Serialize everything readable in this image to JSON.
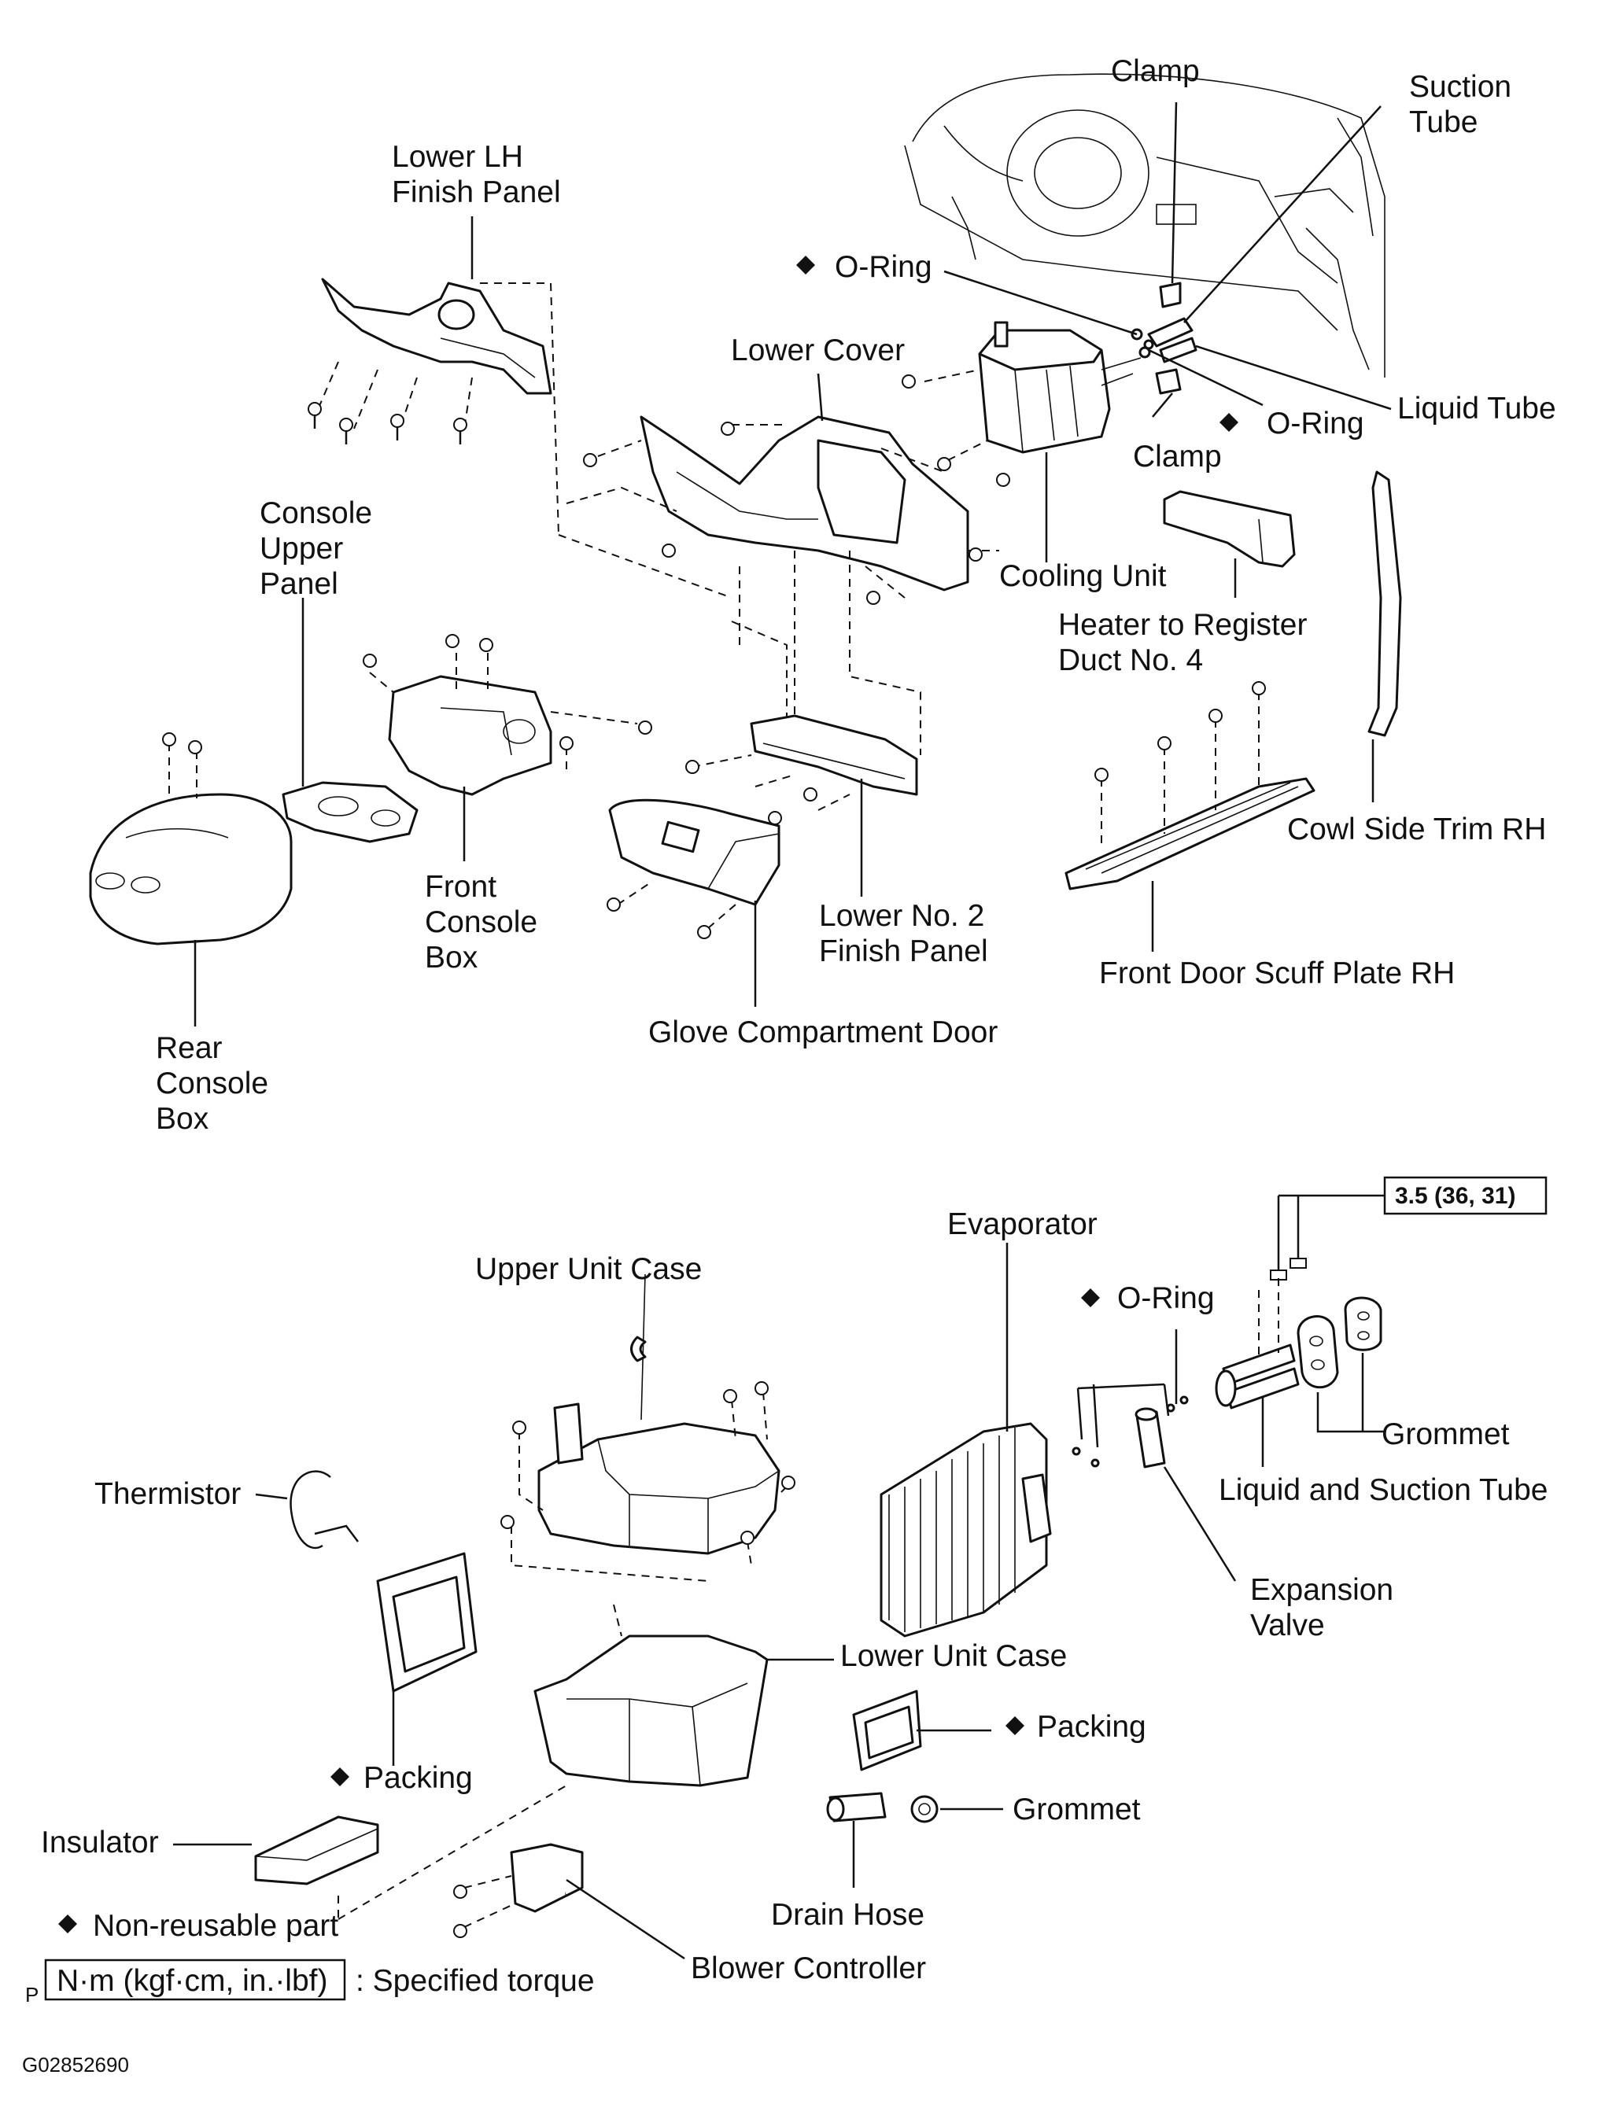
{
  "labels": {
    "clamp_top": "Clamp",
    "suction_tube": [
      "Suction",
      "Tube"
    ],
    "lower_lh_finish_panel": [
      "Lower LH",
      "Finish Panel"
    ],
    "oring_top": "O-Ring",
    "lower_cover": "Lower Cover",
    "liquid_tube": "Liquid Tube",
    "oring_mid": "O-Ring",
    "clamp_mid": "Clamp",
    "console_upper_panel": [
      "Console",
      "Upper",
      "Panel"
    ],
    "cooling_unit": "Cooling Unit",
    "heater_to_register_duct": [
      "Heater to Register",
      "Duct No. 4"
    ],
    "cowl_side_trim_rh": "Cowl Side Trim RH",
    "front_console_box": [
      "Front",
      "Console",
      "Box"
    ],
    "lower_no2_finish_panel": [
      "Lower No. 2",
      "Finish Panel"
    ],
    "front_door_scuff_plate_rh": "Front Door Scuff Plate RH",
    "rear_console_box": [
      "Rear",
      "Console",
      "Box"
    ],
    "glove_compartment_door": "Glove Compartment Door",
    "torque_value": "3.5 (36, 31)",
    "evaporator": "Evaporator",
    "oring_bottom": "O-Ring",
    "upper_unit_case": "Upper Unit Case",
    "grommet_top": "Grommet",
    "thermistor": "Thermistor",
    "liquid_and_suction_tube": "Liquid and Suction Tube",
    "expansion_valve": [
      "Expansion",
      "Valve"
    ],
    "lower_unit_case": "Lower Unit Case",
    "packing_right": "Packing",
    "packing_left": "Packing",
    "grommet_bottom": "Grommet",
    "insulator": "Insulator",
    "drain_hose": "Drain Hose",
    "non_reusable_part": "Non-reusable part",
    "torque_unit": "N·m (kgf·cm, in.·lbf)",
    "specified_torque": ": Specified torque",
    "blower_controller": "Blower Controller",
    "corner_mark": "P",
    "figure_code": "G02852690"
  },
  "legend": {
    "non_reusable_symbol": "diamond-icon"
  }
}
